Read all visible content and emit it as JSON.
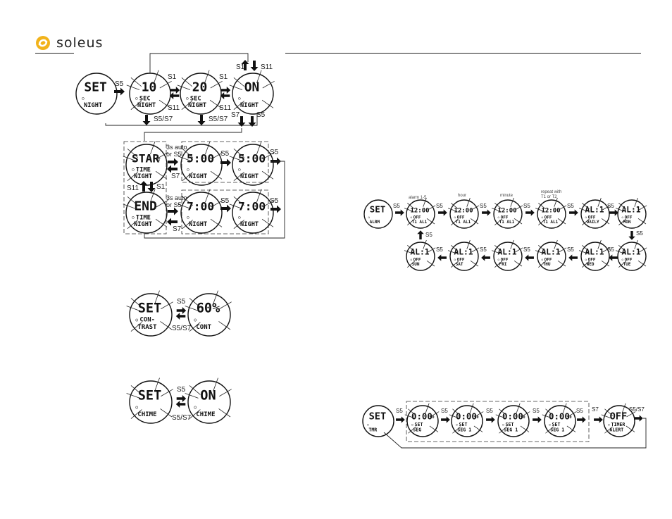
{
  "brand": {
    "name": "soleus",
    "accent_color": "#f2b31b",
    "logo_icon": "soleus-swirl-icon"
  },
  "night_diagram": {
    "watches": [
      {
        "main": "SET",
        "line1": "",
        "line2": "NIGHT"
      },
      {
        "main": "10",
        "line1": "SEC",
        "line2": "NIGHT"
      },
      {
        "main": "20",
        "line1": "SEC",
        "line2": "NIGHT"
      },
      {
        "main": "ON",
        "line1": "",
        "line2": "NIGHT"
      },
      {
        "main": "STAR",
        "sup": "T",
        "line1": "TIME",
        "line2": "NIGHT"
      },
      {
        "main": "5:00",
        "line1": "",
        "line2": "NIGHT"
      },
      {
        "main": "5:00",
        "line1": "",
        "line2": "NIGHT"
      },
      {
        "main": "END",
        "line1": "TIME",
        "line2": "NIGHT"
      },
      {
        "main": "7:00",
        "line1": "",
        "line2": "NIGHT"
      },
      {
        "main": "7:00",
        "line1": "",
        "line2": "NIGHT"
      }
    ],
    "labels": {
      "s5": "S5",
      "s1": "S1",
      "s11": "S11",
      "s7": "S7",
      "s5s7": "S5/S7",
      "auto1": "3s auto",
      "auto2": "or S5"
    }
  },
  "contrast_diagram": {
    "watches": [
      {
        "main": "SET",
        "line1": "CON-",
        "line2": "TRAST"
      },
      {
        "main": "60%",
        "line1": "",
        "line2": "CONT"
      }
    ],
    "labels": {
      "s5": "S5",
      "s5s7": "S5/S7"
    }
  },
  "chime_diagram": {
    "watches": [
      {
        "main": "SET",
        "line1": "",
        "line2": "CHIME"
      },
      {
        "main": "ON",
        "line1": "",
        "line2": "CHIME"
      }
    ],
    "labels": {
      "s5": "S5",
      "s5s7": "S5/S7"
    }
  },
  "alarm_diagram": {
    "captions": {
      "c1": "alarm 1-5",
      "c2": "hour",
      "c3": "minute",
      "c4a": "repeat with",
      "c4b": "T1 or T2"
    },
    "watches": [
      {
        "main": "SET",
        "line1": "",
        "line2": "ALRM"
      },
      {
        "main": "12:00",
        "line1": "OFF",
        "line2": "T1 AL1"
      },
      {
        "main": "12:00",
        "line1": "OFF",
        "line2": "T1 AL1"
      },
      {
        "main": "12:00",
        "line1": "OFF",
        "line2": "T1 AL1"
      },
      {
        "main": "12:00",
        "line1": "OFF",
        "line2": "T1 AL1"
      },
      {
        "main": "AL:1",
        "line1": "OFF",
        "line2": "DAILY"
      },
      {
        "main": "AL:1",
        "line1": "OFF",
        "line2": "MON"
      },
      {
        "main": "AL:1",
        "line1": "OFF",
        "line2": "TUE"
      },
      {
        "main": "AL:1",
        "line1": "OFF",
        "line2": "WED"
      },
      {
        "main": "AL:1",
        "line1": "OFF",
        "line2": "THU"
      },
      {
        "main": "AL:1",
        "line1": "OFF",
        "line2": "FRI"
      },
      {
        "main": "AL:1",
        "line1": "OFF",
        "line2": "SAT"
      },
      {
        "main": "AL:1",
        "line1": "OFF",
        "line2": "SUN"
      }
    ],
    "labels": {
      "s5": "S5"
    }
  },
  "timer_diagram": {
    "watches": [
      {
        "main": "SET",
        "line1": "",
        "line2": "TMR"
      },
      {
        "main": "0:00",
        "sup": "00",
        "line1": "SET",
        "line2": "SEG"
      },
      {
        "main": "0:00",
        "sup": "00",
        "line1": "SET",
        "line2": "SEG 1"
      },
      {
        "main": "0:00",
        "sup": "00",
        "line1": "SET",
        "line2": "SEG 1"
      },
      {
        "main": "0:00",
        "sup": "00",
        "line1": "SET",
        "line2": "SEG 1"
      },
      {
        "main": "OFF",
        "line1": "TIMER",
        "line2": "ALERT"
      }
    ],
    "labels": {
      "s5": "S5",
      "s7": "S7",
      "s5s7": "S5/S7"
    }
  }
}
